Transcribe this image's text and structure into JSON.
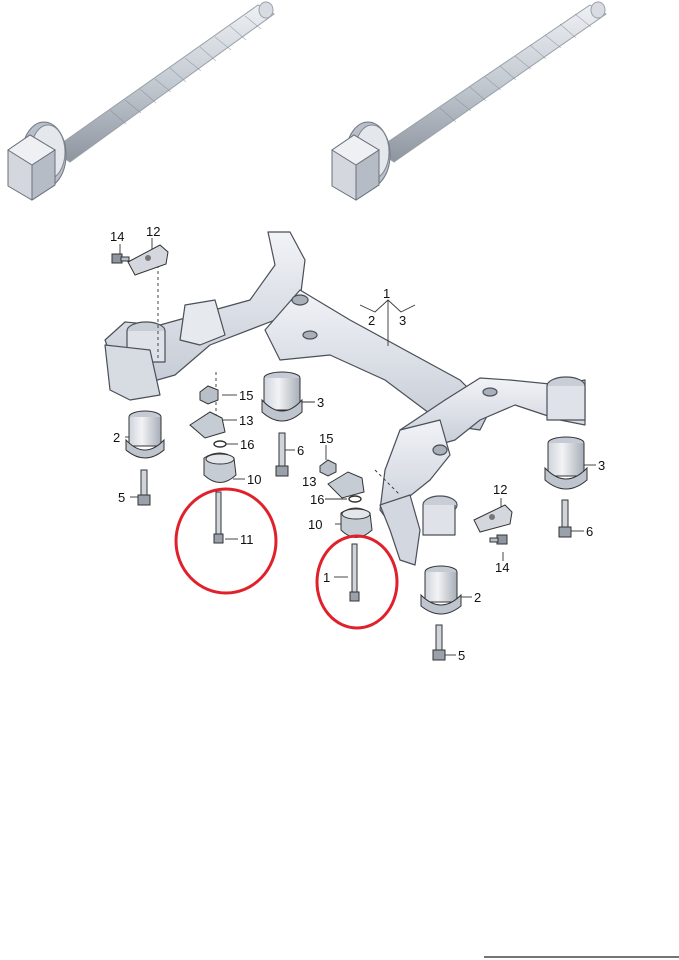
{
  "callouts": {
    "c1": "1",
    "c2": "2",
    "c3": "3",
    "c14_left": "14",
    "c12_left": "12",
    "c15_left": "15",
    "c13_left": "13",
    "c3_left": "3",
    "c2_left": "2",
    "c16_left": "16",
    "c6_left": "6",
    "c10_left": "10",
    "c5_left": "5",
    "c11": "11",
    "c15_right": "15",
    "c13_right": "13",
    "c16_right": "16",
    "c10_right": "10",
    "c1_bolt": "1",
    "c12_right": "12",
    "c3_right": "3",
    "c6_right": "6",
    "c14_right": "14",
    "c2_right": "2",
    "c5_right": "5"
  },
  "colors": {
    "highlight_circle": "#e0202a",
    "frame_fill": "#dfe4ec",
    "frame_stroke": "#4a4f58",
    "bolt_fill": "#c9ced6"
  }
}
